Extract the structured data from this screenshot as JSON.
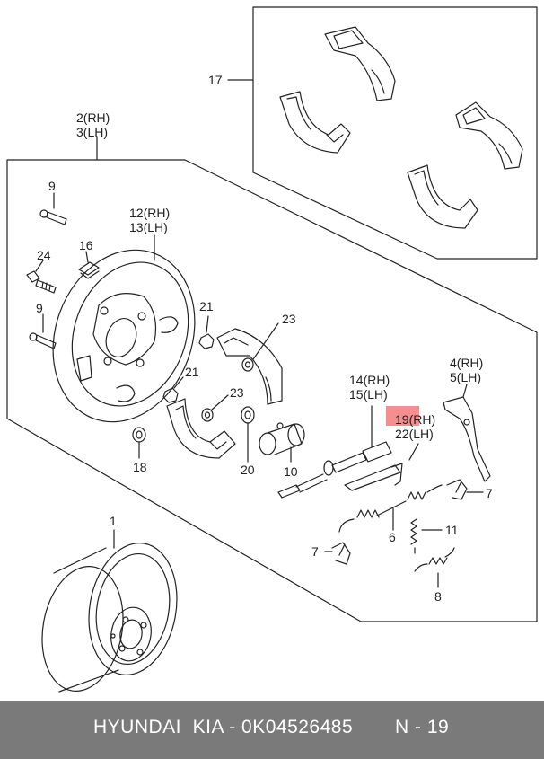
{
  "callouts": {
    "c17": "17",
    "c2": "2(RH)",
    "c3": "3(LH)",
    "c9a": "9",
    "c16": "16",
    "c24": "24",
    "c12": "12(RH)",
    "c13": "13(LH)",
    "c9b": "9",
    "c21a": "21",
    "c23a": "23",
    "c21b": "21",
    "c23b": "23",
    "c14": "14(RH)",
    "c15": "15(LH)",
    "c4": "4(RH)",
    "c5": "5(LH)",
    "c19": "19(RH)",
    "c22": "22(LH)",
    "c18": "18",
    "c20": "20",
    "c10": "10",
    "c7a": "7",
    "c6": "6",
    "c11": "11",
    "c7b": "7",
    "c8": "8",
    "c1": "1"
  },
  "footer": {
    "brand": "HYUNDAI  KIA - 0K04526485",
    "page": "N - 19"
  }
}
